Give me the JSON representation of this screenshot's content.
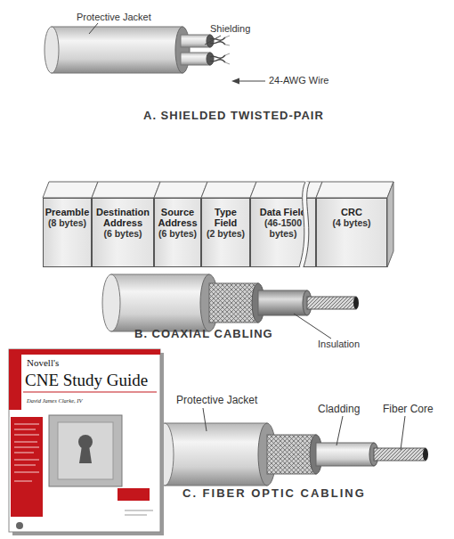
{
  "diagram": {
    "nodes": [
      {
        "text": [
          "Preamble",
          "(8 bytes)"
        ]
      },
      {
        "text": [
          "Destination Address",
          "(6 bytes)"
        ]
      },
      {
        "text": [
          "Source Address",
          "(6 bytes)"
        ]
      },
      {
        "text": [
          "Type Field",
          "(2 bytes)"
        ]
      },
      {
        "text": [
          "Data Field",
          "(46-1500 bytes)"
        ]
      },
      {
        "text": [
          "CRC",
          "(4 bytes)"
        ]
      }
    ],
    "labels": [
      "Protective Jacket",
      "Shielding",
      "24-AWG Wire",
      "A. SHIELDED TWISTED-PAIR",
      "B. COAXIAL CABLING",
      "Insulation",
      "Novell's",
      "CNE Study Guide",
      "David James Clarke, IV",
      "Protective Jacket",
      "Cladding",
      "Fiber Core",
      "C. FIBER OPTIC CABLING"
    ]
  }
}
